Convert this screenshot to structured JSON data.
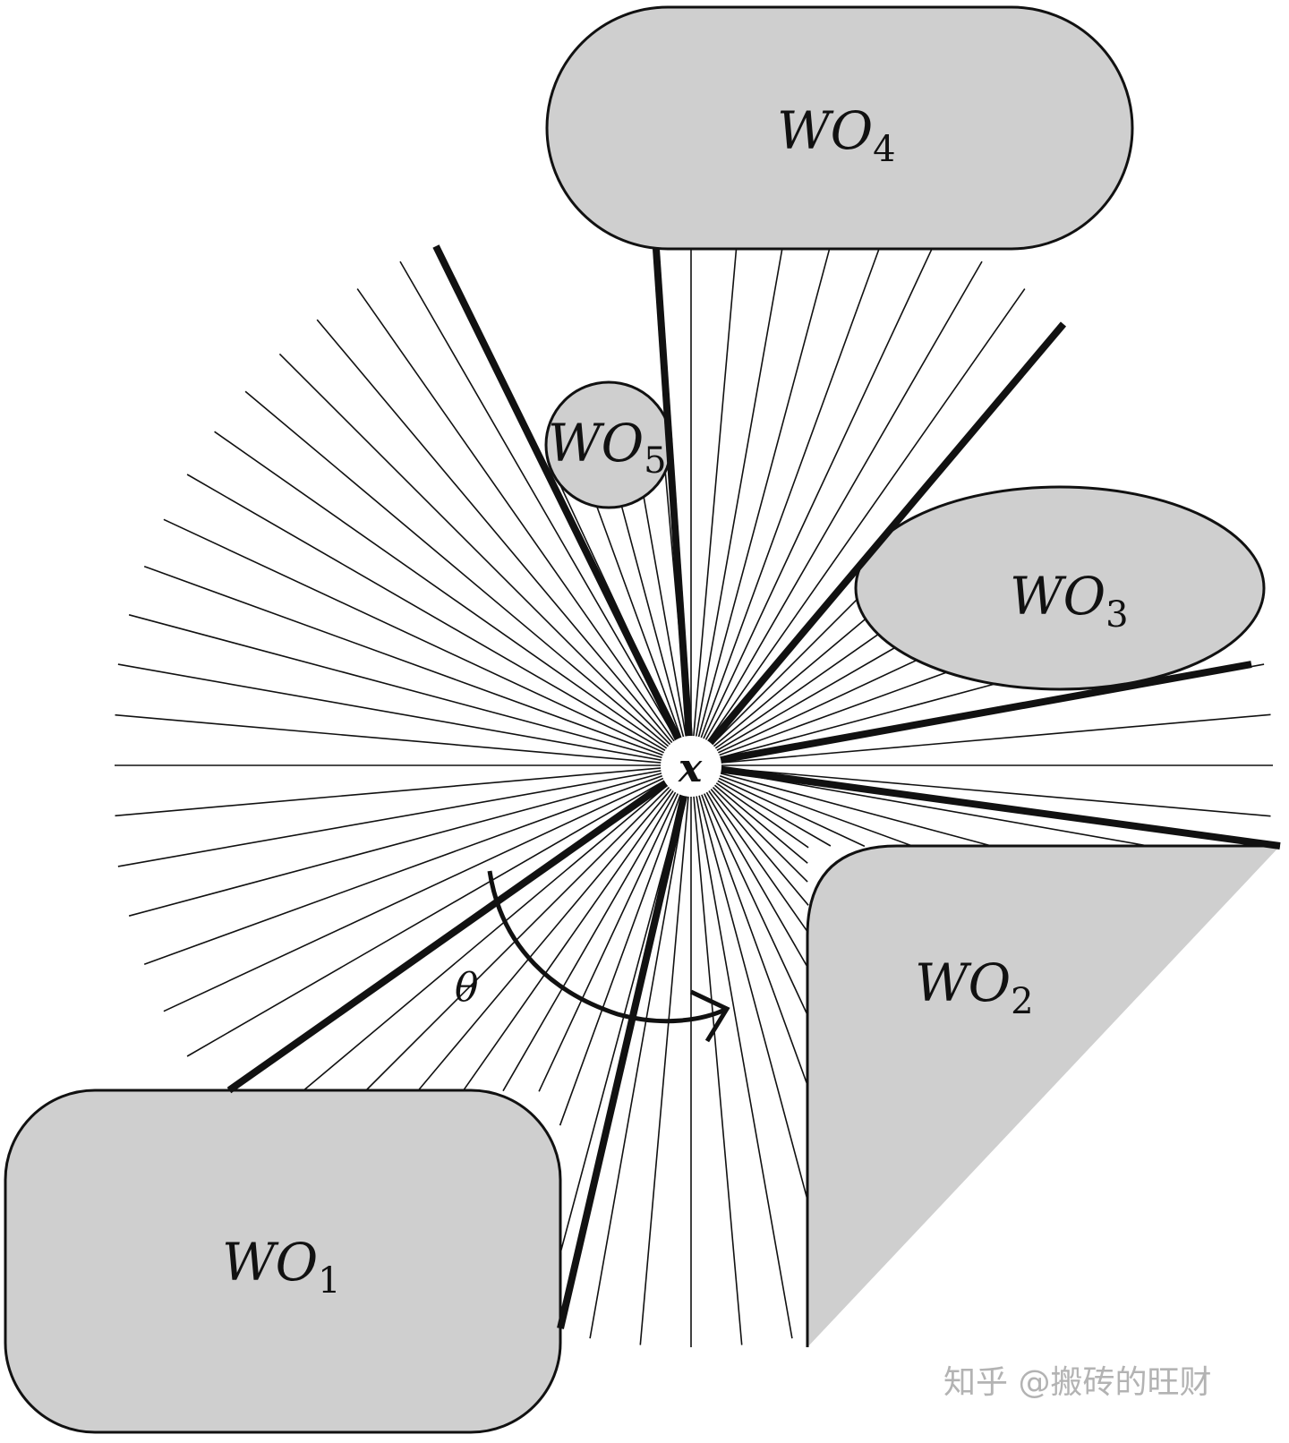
{
  "colors": {
    "obstacle_fill": "#cfcfcf",
    "stroke": "#111111",
    "watermark": "#b3b3b3"
  },
  "origin_label": "x",
  "angle_label": "θ",
  "obstacles": [
    {
      "id": "wo1",
      "base": "WO",
      "subscript": "1",
      "shape": "rounded-rectangle"
    },
    {
      "id": "wo2",
      "base": "WO",
      "subscript": "2",
      "shape": "triangle-with-rounded-corner"
    },
    {
      "id": "wo3",
      "base": "WO",
      "subscript": "3",
      "shape": "ellipse"
    },
    {
      "id": "wo4",
      "base": "WO",
      "subscript": "4",
      "shape": "stadium"
    },
    {
      "id": "wo5",
      "base": "WO",
      "subscript": "5",
      "shape": "circle"
    }
  ],
  "watermark": "知乎 @搬砖的旺财"
}
